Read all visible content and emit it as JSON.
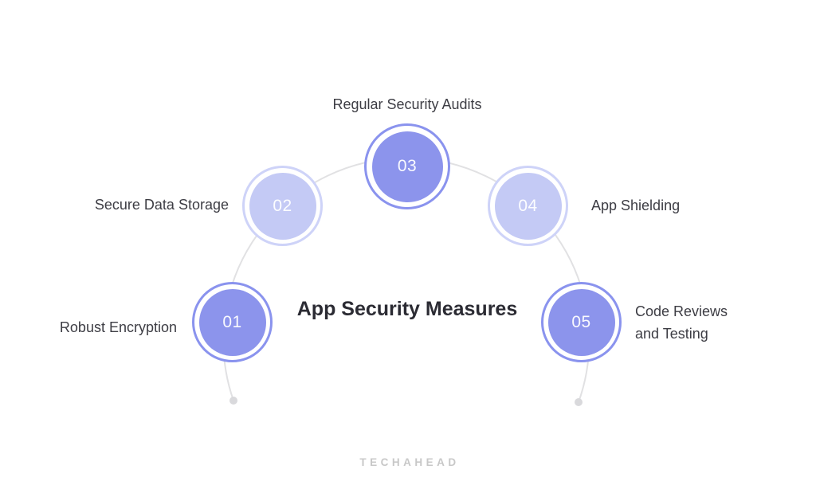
{
  "title": "App Security Measures",
  "logo_text": "TECHAHEAD",
  "steps": [
    {
      "number": "01",
      "label": "Robust Encryption",
      "variant": "dark"
    },
    {
      "number": "02",
      "label": "Secure Data Storage",
      "variant": "light"
    },
    {
      "number": "03",
      "label": "Regular Security Audits",
      "variant": "dark"
    },
    {
      "number": "04",
      "label": "App Shielding",
      "variant": "light"
    },
    {
      "number": "05",
      "label": "Code Reviews and Testing",
      "variant": "dark"
    }
  ],
  "colors": {
    "accent_dark": "#8c94ec",
    "accent_dark_ring": "#8a93ee",
    "accent_light": "#c4caf5",
    "accent_light_ring": "#ced3f8",
    "arc_line": "#e1e1e3",
    "arc_dot": "#d9d9dc",
    "label_text": "#3d3d44",
    "title_text": "#2b2b33",
    "logo_gray": "#c8c8c8",
    "background": "#ffffff"
  }
}
